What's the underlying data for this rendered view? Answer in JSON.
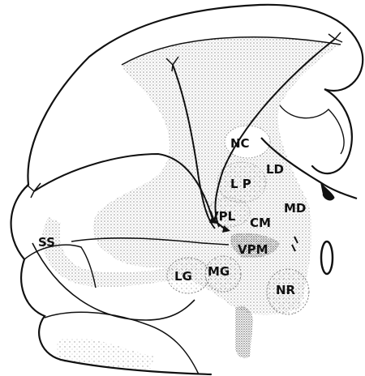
{
  "figure": {
    "labels": {
      "nc": "NC",
      "ld": "LD",
      "lp": "L P",
      "md": "MD",
      "vpl": "VPL",
      "cm": "CM",
      "vpm": "VPM",
      "ss": "SS",
      "lg": "LG",
      "mg": "MG",
      "nr": "NR"
    }
  },
  "colors": {
    "ink": "#111111",
    "paper": "#ffffff",
    "stipple": "#9a9a9a"
  }
}
